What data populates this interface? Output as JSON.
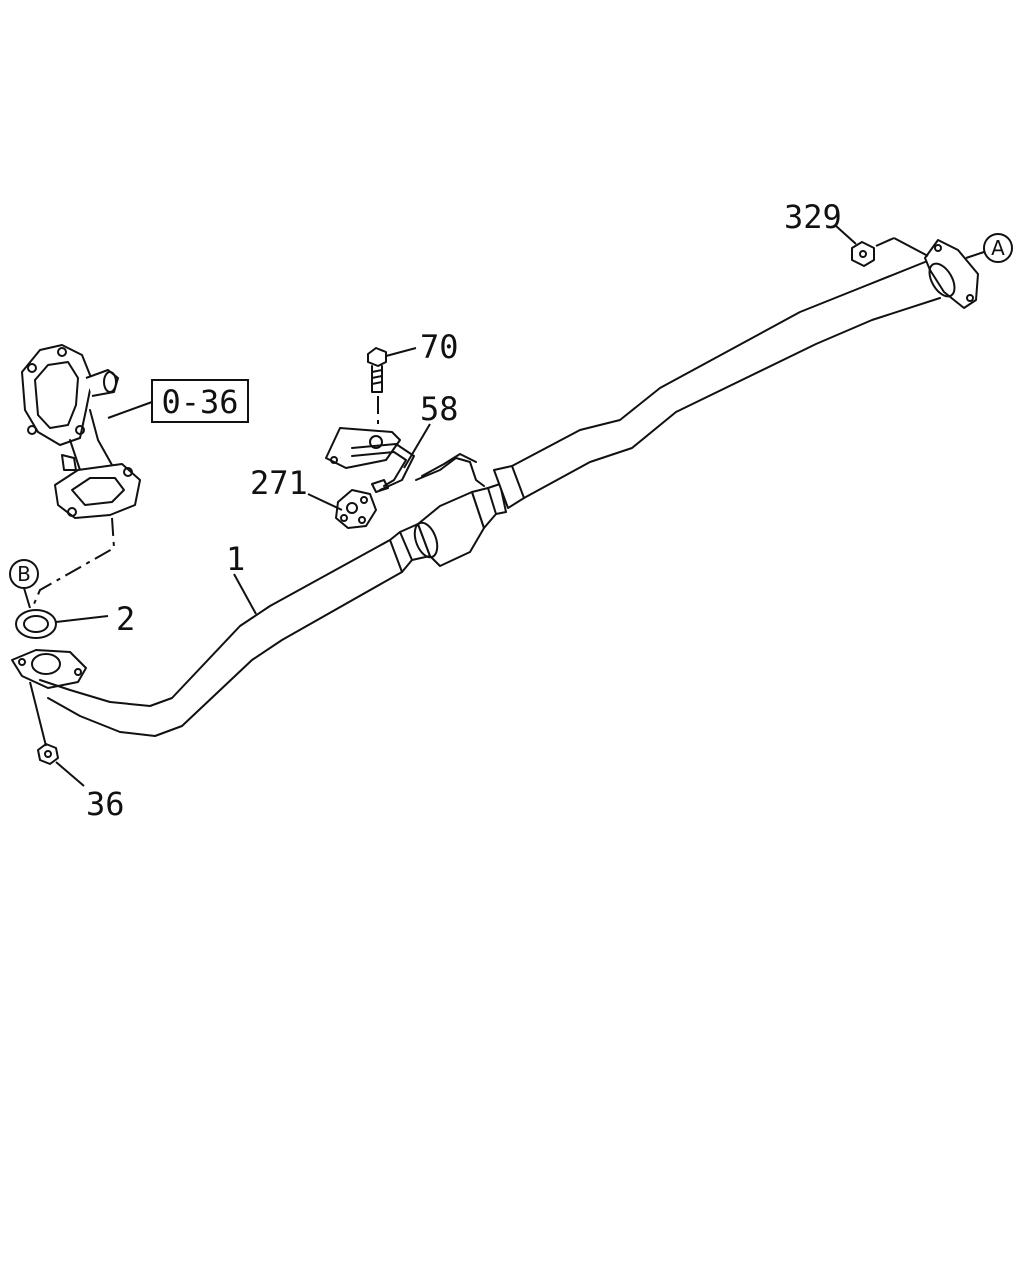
{
  "callouts": {
    "c329": "329",
    "c70": "70",
    "c58": "58",
    "c271": "271",
    "c1": "1",
    "c2": "2",
    "c36": "36",
    "ref_box": "0-36",
    "ref_a": "A",
    "ref_b": "B"
  },
  "colors": {
    "line": "#111111",
    "background": "#ffffff"
  }
}
